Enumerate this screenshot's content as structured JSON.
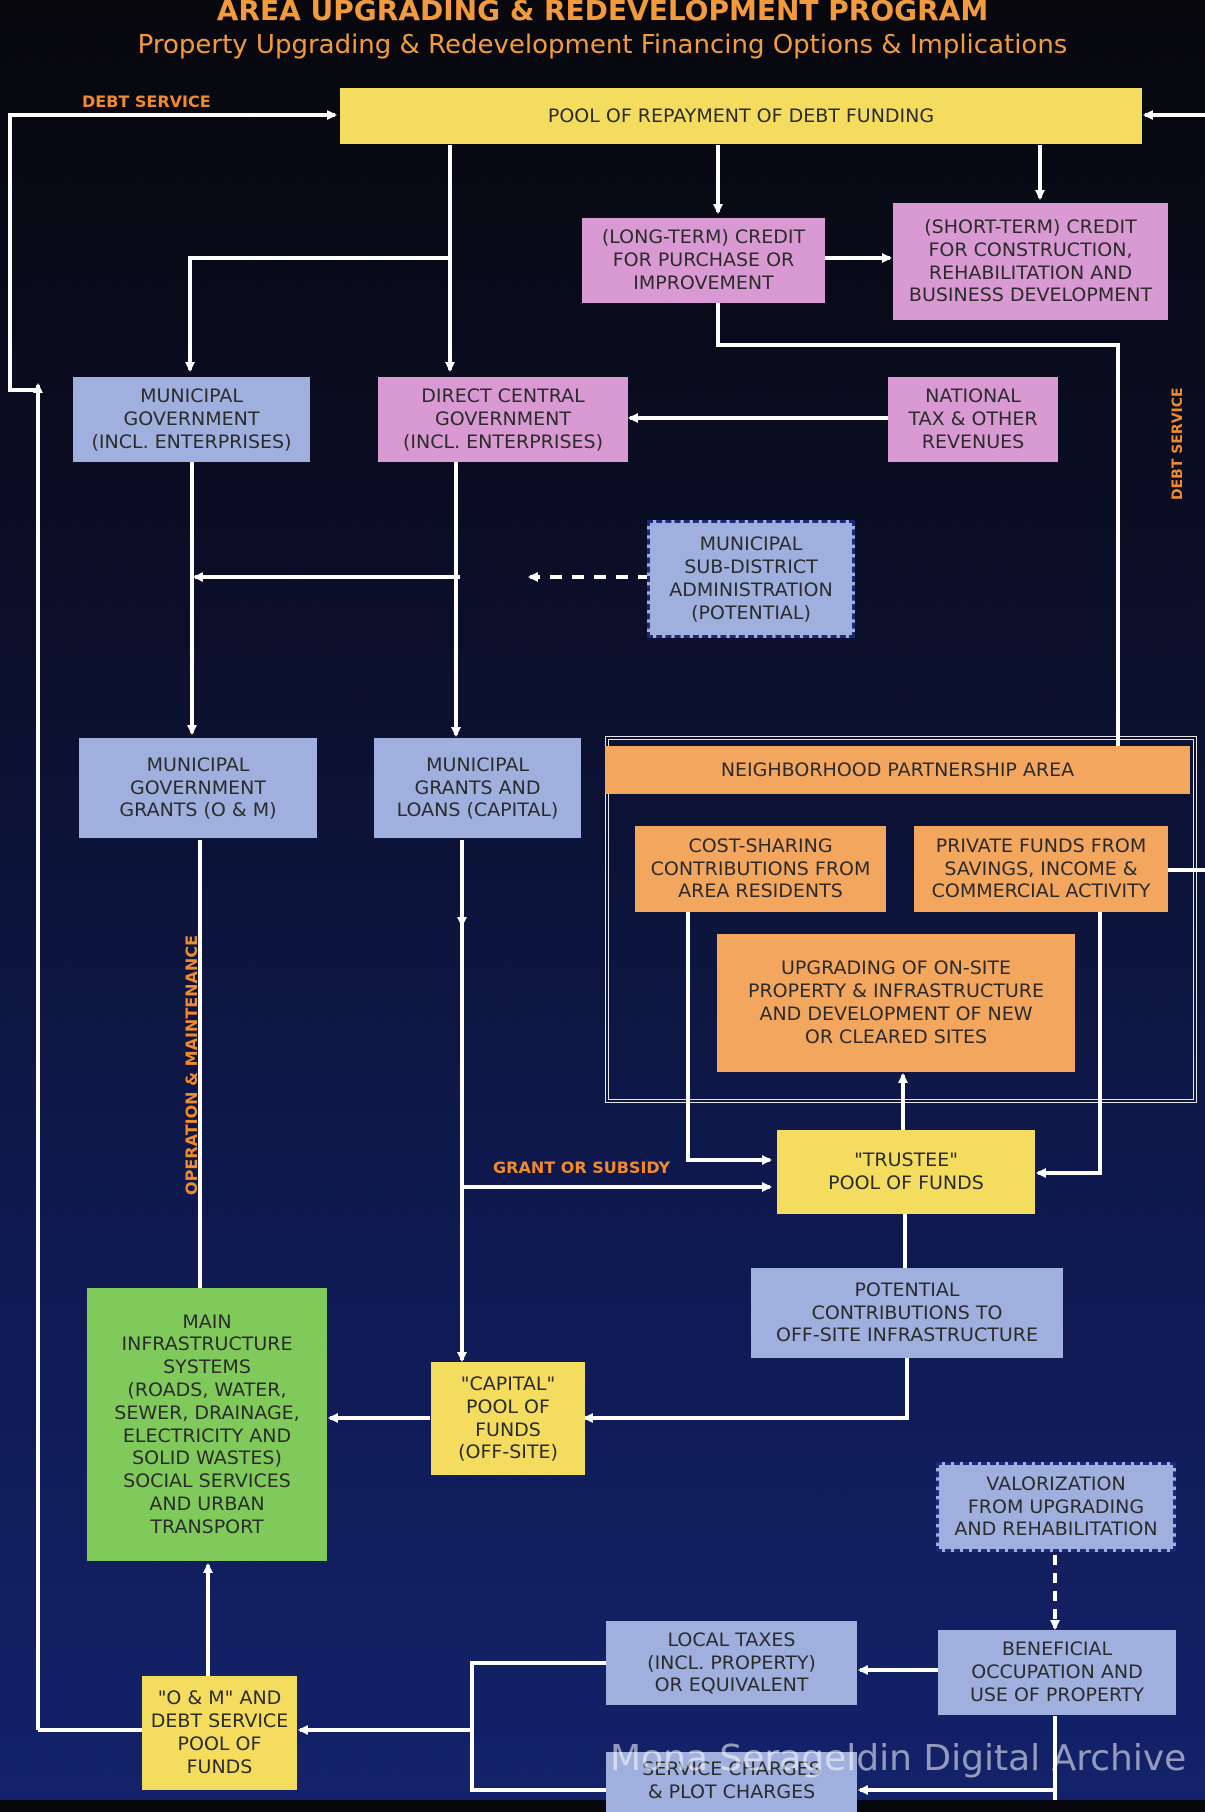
{
  "title": "AREA UPGRADING & REDEVELOPMENT PROGRAM",
  "subtitle": "Property Upgrading & Redevelopment Financing Options & Implications",
  "labels": {
    "debt_service_top": "DEBT SERVICE",
    "debt_service_right": "DEBT SERVICE",
    "operation_maintenance": "OPERATION & MAINTENANCE",
    "grant_subsidy": "GRANT OR SUBSIDY"
  },
  "boxes": {
    "pool_repayment": "POOL OF REPAYMENT OF DEBT FUNDING",
    "long_term_credit": "(LONG-TERM) CREDIT\nFOR PURCHASE OR\nIMPROVEMENT",
    "short_term_credit": "(SHORT-TERM) CREDIT\nFOR CONSTRUCTION,\nREHABILITATION AND\nBUSINESS DEVELOPMENT",
    "municipal_government": "MUNICIPAL\nGOVERNMENT\n(INCL. ENTERPRISES)",
    "direct_central_government": "DIRECT CENTRAL\nGOVERNMENT\n(INCL. ENTERPRISES)",
    "national_tax": "NATIONAL\nTAX & OTHER\nREVENUES",
    "sub_district": "MUNICIPAL\nSUB-DISTRICT\nADMINISTRATION\n(POTENTIAL)",
    "municipal_grants_om": "MUNICIPAL\nGOVERNMENT\nGRANTS (O &  M)",
    "municipal_grants_loans": "MUNICIPAL\nGRANTS AND\nLOANS (CAPITAL)",
    "neighborhood_area": "NEIGHBORHOOD PARTNERSHIP AREA",
    "cost_sharing": "COST-SHARING\nCONTRIBUTIONS FROM\nAREA RESIDENTS",
    "private_funds": "PRIVATE FUNDS FROM\nSAVINGS, INCOME &\nCOMMERCIAL ACTIVITY",
    "upgrading_onsite": "UPGRADING OF ON-SITE\nPROPERTY & INFRASTRUCTURE\nAND DEVELOPMENT OF NEW\nOR CLEARED SITES",
    "trustee_pool": "\"TRUSTEE\"\nPOOL OF FUNDS",
    "potential_contributions": "POTENTIAL\nCONTRIBUTIONS TO\nOFF-SITE INFRASTRUCTURE",
    "main_infrastructure": "MAIN\nINFRASTRUCTURE\nSYSTEMS\n(ROADS, WATER,\nSEWER, DRAINAGE,\nELECTRICITY AND\nSOLID WASTES)\nSOCIAL SERVICES\nAND URBAN\nTRANSPORT",
    "capital_pool": "\"CAPITAL\"\nPOOL OF\nFUNDS\n(OFF-SITE)",
    "valorization": "VALORIZATION\nFROM UPGRADING\nAND REHABILITATION",
    "local_taxes": "LOCAL TAXES\n(INCL. PROPERTY)\nOR EQUIVALENT",
    "beneficial_occupation": "BENEFICIAL\nOCCUPATION AND\nUSE OF PROPERTY",
    "om_debt_pool": "\"O & M\" AND\nDEBT SERVICE\nPOOL OF\nFUNDS",
    "service_charges": "SERVICE CHARGES\n& PLOT CHARGES"
  },
  "watermark": "Mona Serageldin Digital Archive"
}
